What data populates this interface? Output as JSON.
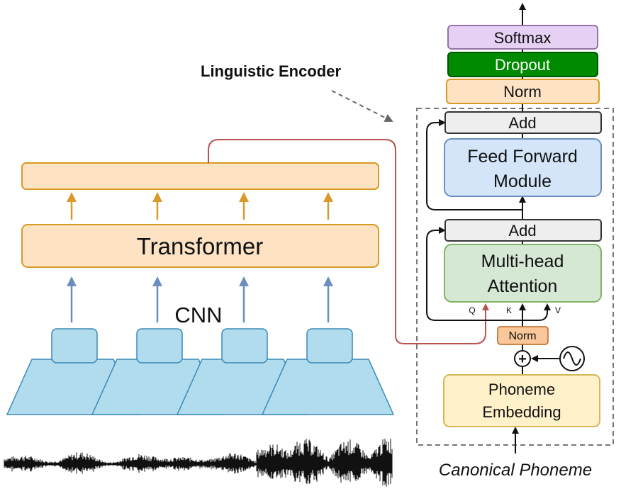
{
  "labels": {
    "linguistic_encoder": "Linguistic Encoder",
    "transformer": "Transformer",
    "cnn": "CNN",
    "softmax": "Softmax",
    "dropout": "Dropout",
    "norm_top": "Norm",
    "add_top": "Add",
    "ffm_line1": "Feed Forward",
    "ffm_line2": "Module",
    "add_mid": "Add",
    "mha_line1": "Multi-head",
    "mha_line2": "Attention",
    "q": "Q",
    "k": "K",
    "v": "V",
    "norm_small": "Norm",
    "plus": "+",
    "embed_line1": "Phoneme",
    "embed_line2": "Embedding",
    "canonical_phoneme": "Canonical Phoneme"
  },
  "colors": {
    "orange_fill": "#fde2c4",
    "orange_stroke": "#d79b26",
    "orange_arrow": "#d99a2b",
    "blue_arrow": "#6c8ebf",
    "cnn_fill": "#b0dcee",
    "cnn_stroke": "#3b8ab5",
    "softmax_fill": "#e6d0f4",
    "softmax_stroke": "#9673a6",
    "dropout_fill": "#008a00",
    "dropout_stroke": "#005700",
    "add_fill": "#eeeeee",
    "ffm_fill": "#d4e5f9",
    "ffm_stroke": "#6c8ebf",
    "mha_fill": "#d5e8d4",
    "mha_stroke": "#82b366",
    "embed_fill": "#fff1c9",
    "embed_stroke": "#d6b656",
    "red_line": "#b85450",
    "dash": "#666666"
  },
  "icons": {
    "positional_encoding": "sine-wave-circle-icon",
    "waveform": "audio-waveform-icon"
  }
}
